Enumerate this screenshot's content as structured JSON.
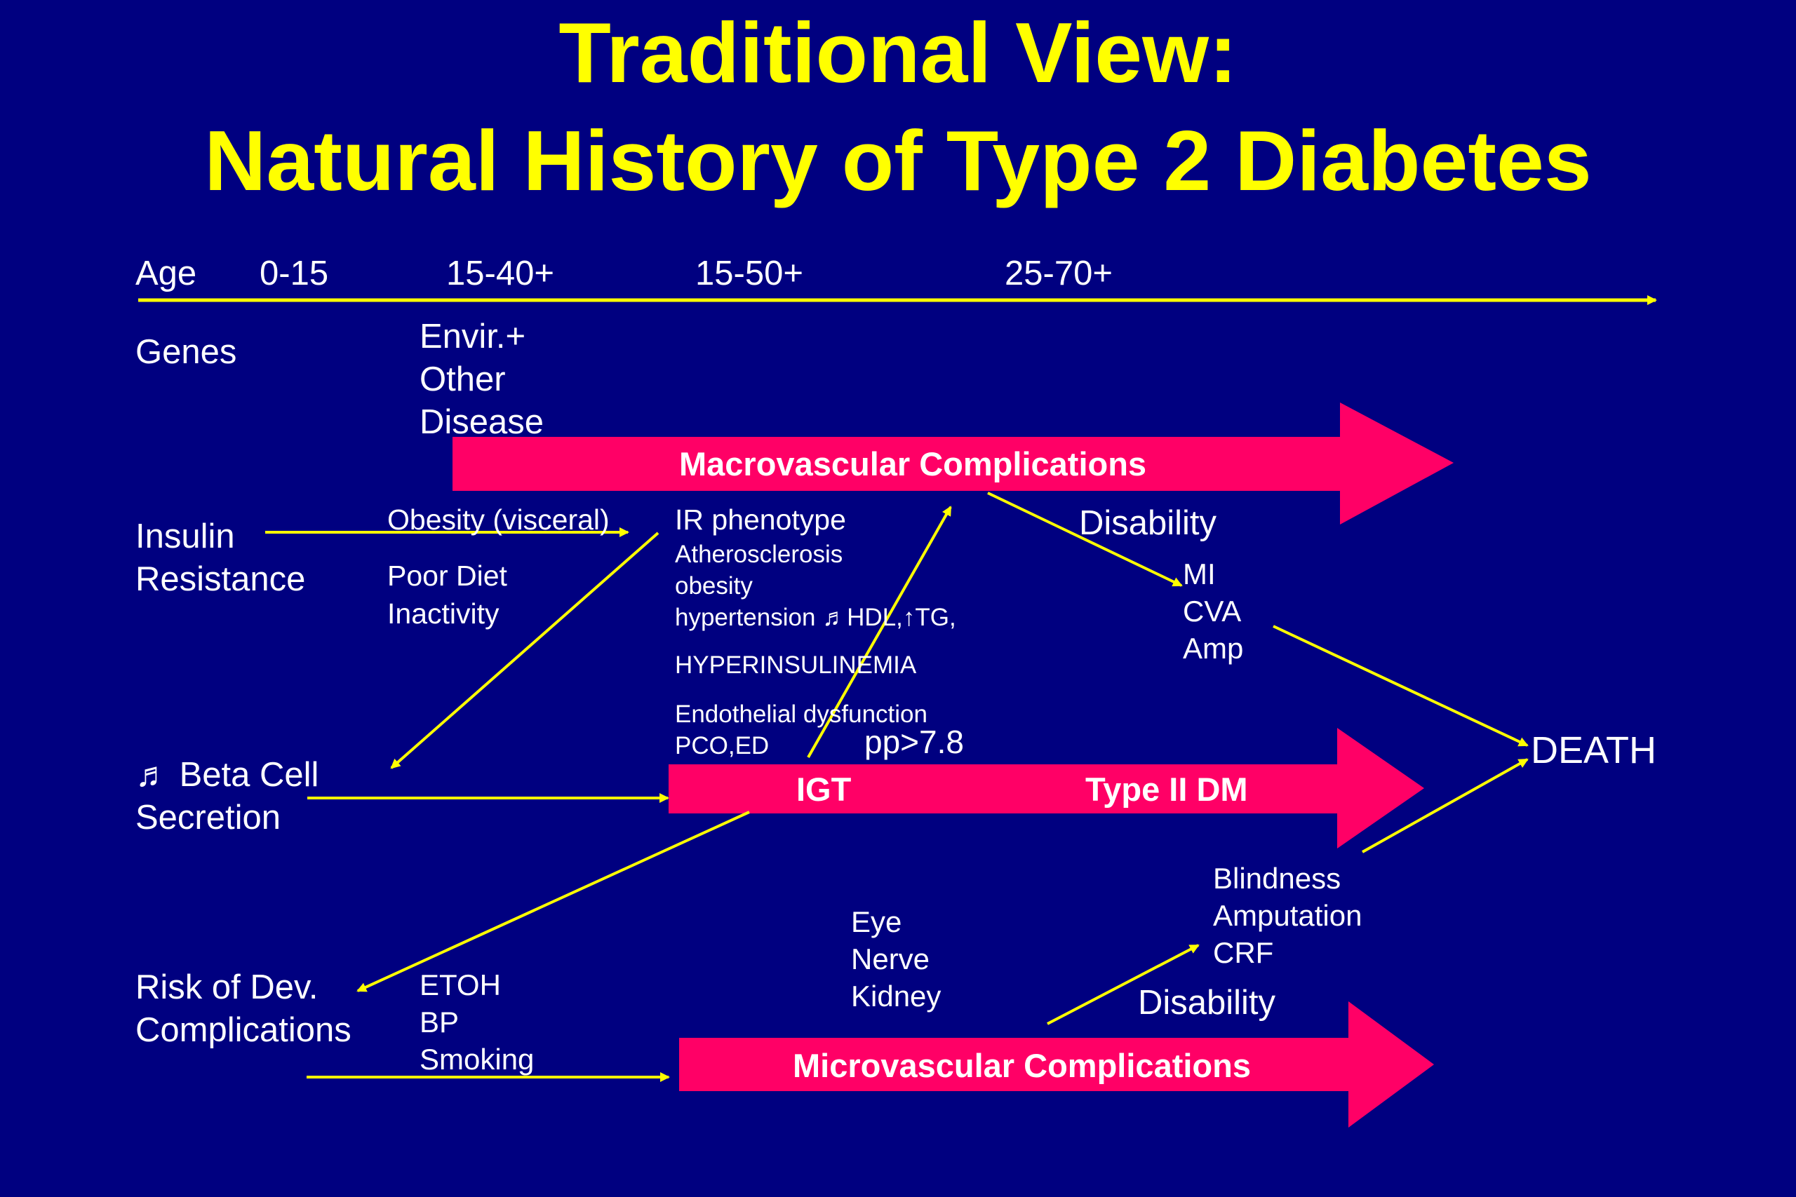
{
  "title": {
    "line1": "Traditional View:",
    "line2": "Natural History of Type 2 Diabetes"
  },
  "timeline": {
    "label": "Age",
    "ticks": [
      "0-15",
      "15-40+",
      "15-50+",
      "25-70+"
    ]
  },
  "rows": {
    "genes": "Genes",
    "insulin_resistance": [
      "Insulin",
      "Resistance"
    ],
    "beta_cell": [
      "♬  Beta Cell",
      "Secretion"
    ],
    "risk": [
      "Risk of Dev.",
      "Complications"
    ]
  },
  "notes": {
    "envir": [
      "Envir.+",
      "Other",
      "Disease"
    ],
    "obesity": "Obesity (visceral)",
    "diet": [
      "Poor Diet",
      "Inactivity"
    ],
    "ir_phenotype": "IR phenotype",
    "ir_details": [
      "Atherosclerosis",
      "obesity",
      "hypertension ♬HDL,↑TG,"
    ],
    "hyperinsulinemia": "HYPERINSULINEMIA",
    "endothelial": [
      "Endothelial dysfunction",
      "PCO,ED"
    ],
    "pp": "pp>7.8",
    "disability_macro": "Disability",
    "macro_outcomes": [
      "MI",
      "CVA",
      "Amp"
    ],
    "death": "DEATH",
    "micro_outcomes": [
      "Blindness",
      "Amputation",
      "CRF"
    ],
    "disability_micro": "Disability",
    "micro_targets": [
      "Eye",
      "Nerve",
      "Kidney"
    ],
    "risk_factors": [
      "ETOH",
      "BP",
      "Smoking"
    ]
  },
  "bars": {
    "macro": "Macrovascular  Complications",
    "igt": "IGT",
    "dm": "Type II DM",
    "micro": "Microvascular  Complications"
  },
  "colors": {
    "background": "#000080",
    "title": "#ffff00",
    "arrow_line": "#ffff00",
    "bar": "#ff0066",
    "text": "#ffffff"
  }
}
